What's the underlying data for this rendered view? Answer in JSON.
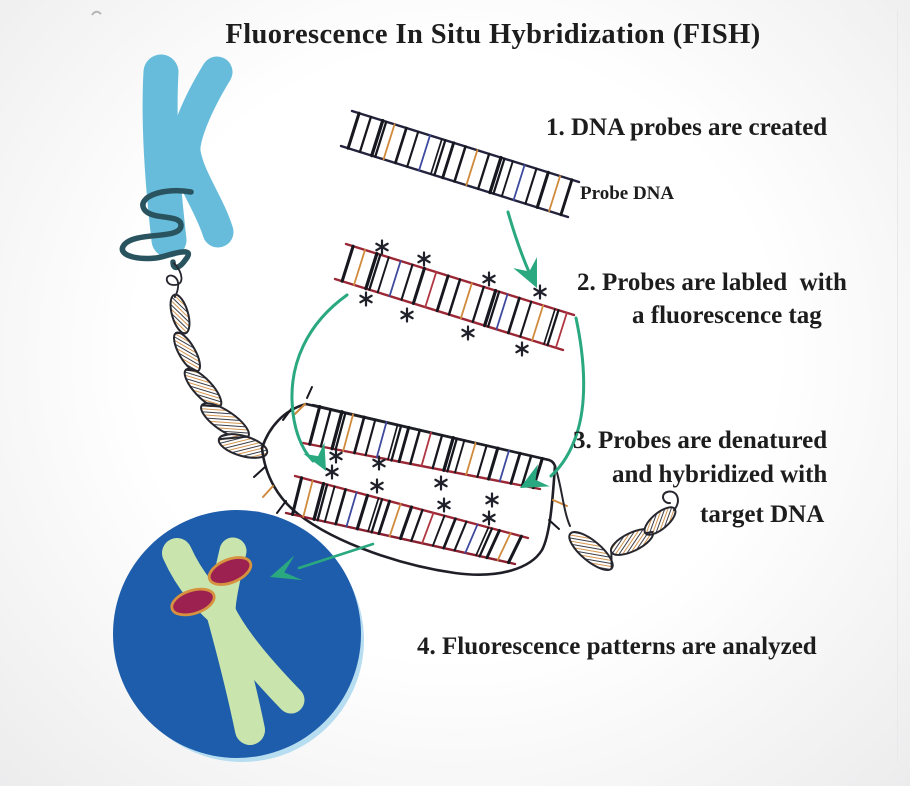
{
  "title": "Fluorescence In Situ Hybridization (FISH)",
  "steps": [
    {
      "label": "1. DNA probes are created"
    },
    {
      "label": "2. Probes are labled  with",
      "label2": "a fluorescence tag"
    },
    {
      "label": "3. Probes are denatured",
      "label2": "and hybridized with",
      "label3": "target DNA"
    },
    {
      "label": "4. Fluorescence patterns are analyzed"
    }
  ],
  "annotations": {
    "probe_dna": "Probe DNA"
  },
  "colors": {
    "ink": "#1d1d1d",
    "accent_green": "#2aa87f",
    "chromosome_blue": "#66bcda",
    "coil_teal": "#2a5360",
    "cell_blue": "#1e5dab",
    "cell_rim": "#b7ddf1",
    "chromosome_green": "#c9e5ad",
    "band_red": "#9c2150",
    "band_outline": "#d6923f",
    "probe_rail_red": "#9b2735",
    "dna_rail_dark": "#23233d",
    "rung_black": "#17171f",
    "rung_orange": "#d08a3c",
    "rung_blue": "#3d4a9e",
    "rung_red": "#b03642",
    "rung_green": "#3d8f63"
  }
}
